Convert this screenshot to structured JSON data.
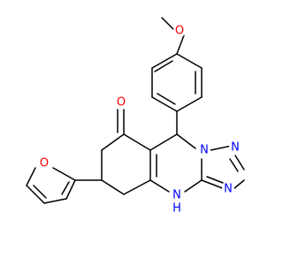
{
  "molecule": {
    "colors": {
      "bond": "#000000",
      "oxygen": "#ff0000",
      "nitrogen": "#0000ff",
      "background": "#ffffff"
    },
    "atom_labels": {
      "methoxy_oxygen": "O",
      "ketone_oxygen": "O",
      "furan_oxygen": "O",
      "triazole_nitrogen_a": "N",
      "triazole_nitrogen_b": "N",
      "triazole_nitrogen_c": "N",
      "amine_nitrogen": "N",
      "amine_hydrogen": "H"
    }
  }
}
